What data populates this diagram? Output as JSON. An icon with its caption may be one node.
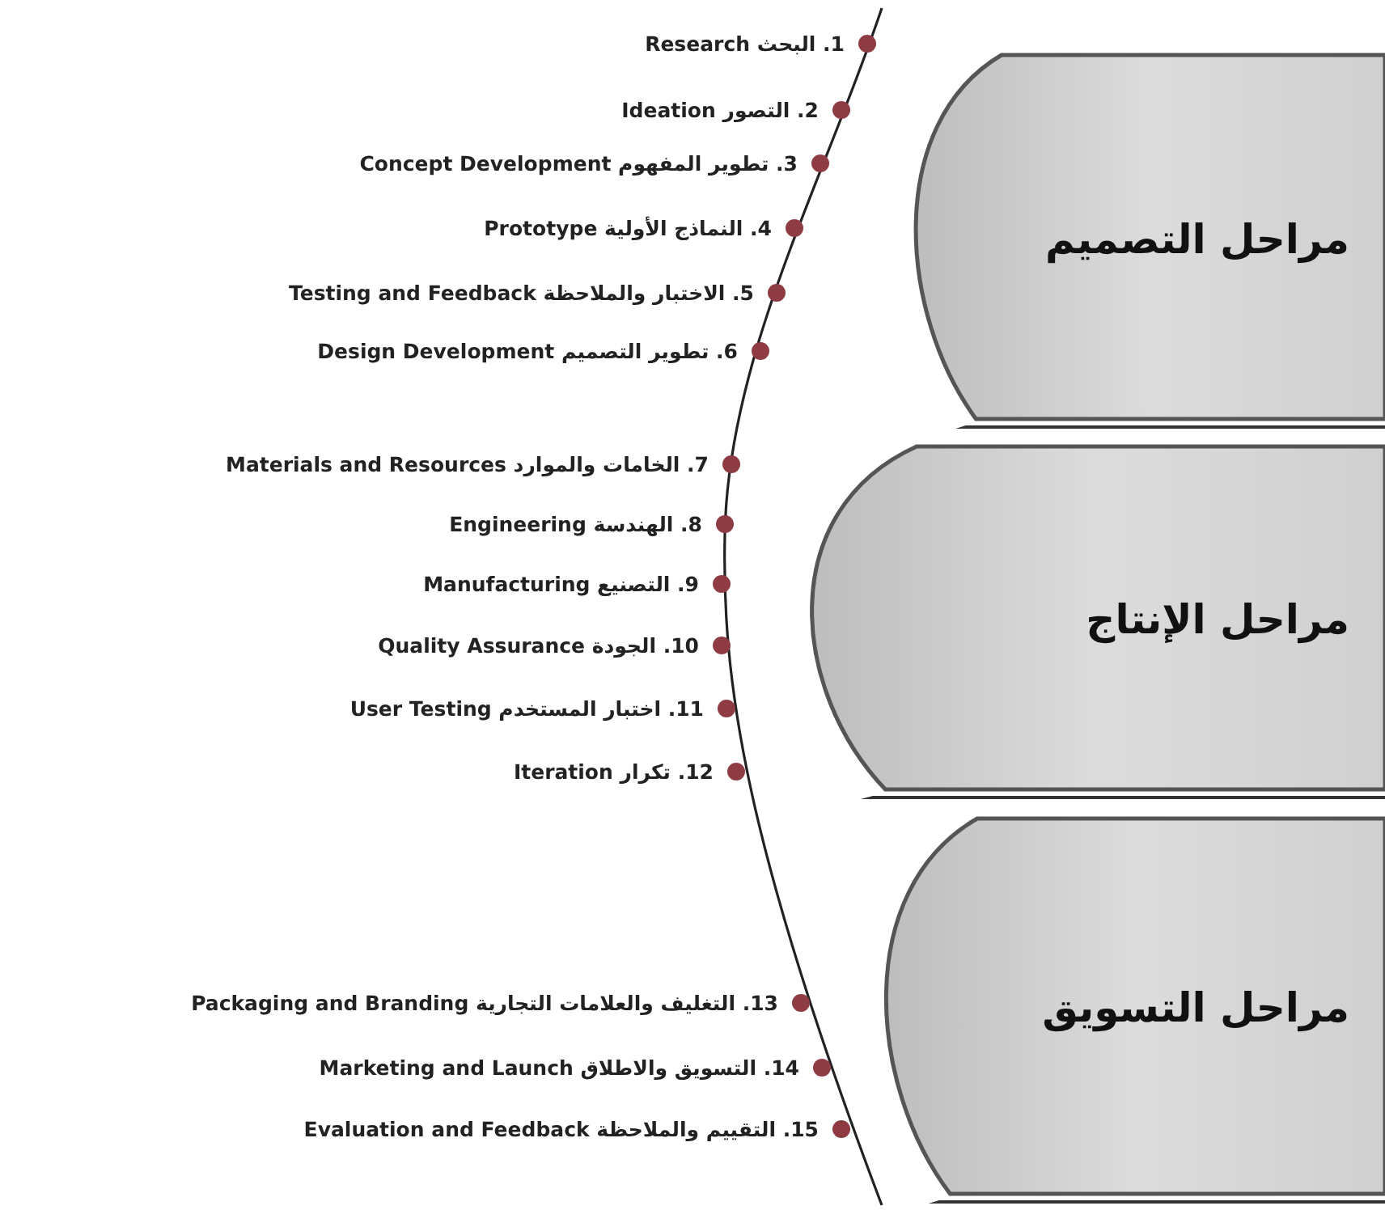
{
  "diagram": {
    "nodes": [
      {
        "text": [
          "مراحل التصميم"
        ]
      },
      {
        "text": [
          "مراحل الإنتاج"
        ]
      },
      {
        "text": [
          "مراحل التسويق"
        ]
      }
    ],
    "labels": [
      "1. البحث Research",
      "2. التصور Ideation",
      "3. تطوير المفهوم Concept Development",
      "4. النماذج الأولية Prototype",
      "5. الاختبار والملاحظة Testing and Feedback",
      "6. تطوير التصميم Design Development",
      "7. الخامات والموارد Materials and Resources",
      "8. الهندسة Engineering",
      "9. التصنيع Manufacturing",
      "10. الجودة Quality Assurance",
      "11. اختبار المستخدم User Testing",
      "12. تكرار Iteration",
      "13. التغليف والعلامات التجارية Packaging and Branding",
      "14. التسويق والاطلاق Marketing and Launch",
      "15. التقييم والملاحظة Evaluation and Feedback"
    ]
  }
}
